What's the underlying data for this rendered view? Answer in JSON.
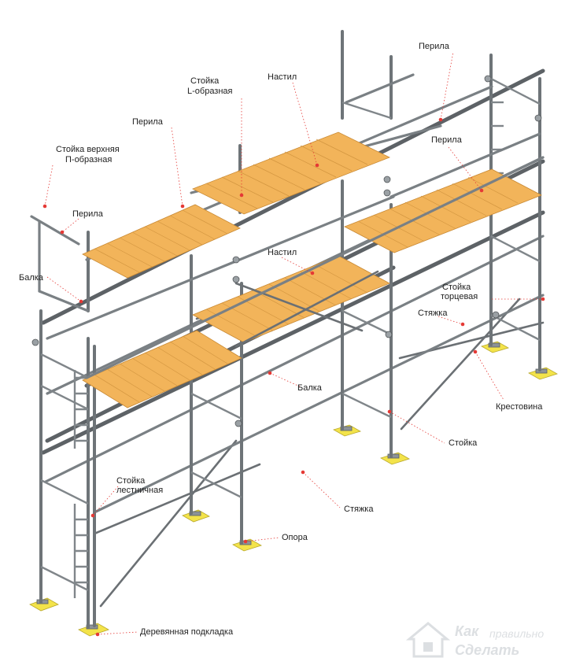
{
  "labels": {
    "perila": "Перила",
    "nastil": "Настил",
    "stoyka_l_line1": "Стойка",
    "stoyka_l_line2": "L-образная",
    "stoyka_top_line1": "Стойка верхняя",
    "stoyka_top_line2": "П-образная",
    "balka": "Балка",
    "stoyka_end_line1": "Стойка",
    "stoyka_end_line2": "торцевая",
    "styazhka": "Стяжка",
    "krestovina": "Крестовина",
    "stoyka": "Стойка",
    "stoyka_ladder_line1": "Стойка",
    "stoyka_ladder_line2": "лестничная",
    "opora": "Опора",
    "podkladka": "Деревянная подкладка"
  },
  "watermark": {
    "line1": "Как",
    "line1b": "правильно",
    "line2": "Сделать"
  },
  "colors": {
    "leader": "#e53935",
    "deck": "#f2b45a",
    "pad": "#f3e34a",
    "metal": "#6e7478"
  }
}
